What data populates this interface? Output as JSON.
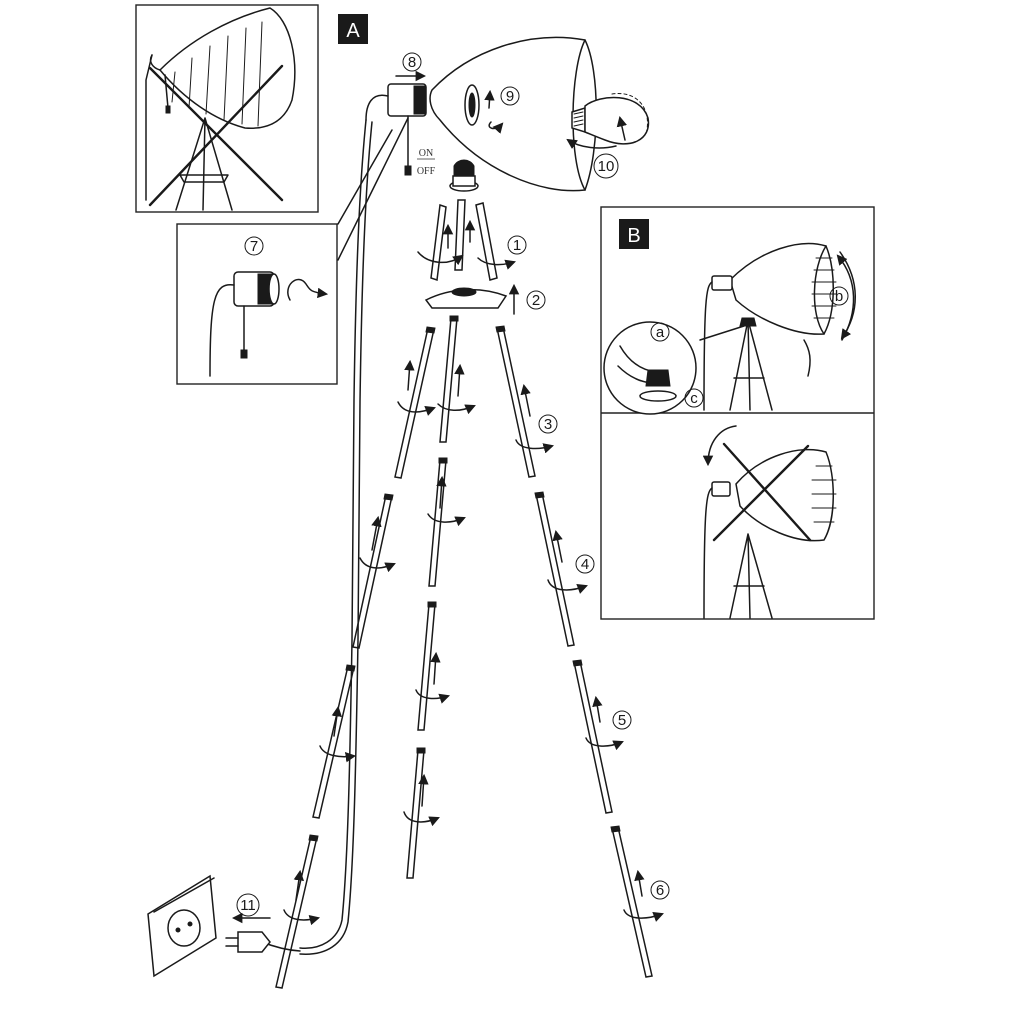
{
  "panel_labels": {
    "a": "A",
    "b": "B"
  },
  "steps": [
    "1",
    "2",
    "3",
    "4",
    "5",
    "6",
    "7",
    "8",
    "9",
    "10",
    "11"
  ],
  "sub_steps": {
    "a": "a",
    "b": "b",
    "c": "c"
  },
  "switch_labels": {
    "on": "ON",
    "off": "OFF"
  }
}
